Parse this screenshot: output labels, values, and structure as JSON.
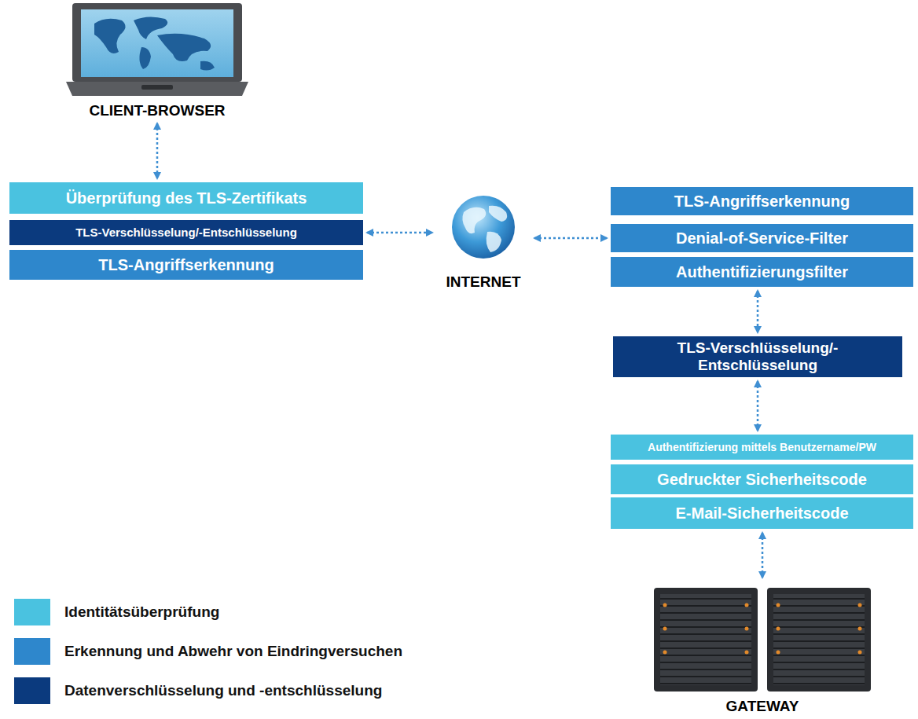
{
  "diagram": {
    "nodes": [
      {
        "text": [
          "CLIENT-BROWSER"
        ]
      },
      {
        "text": [
          "Überprüfung des TLS-Zertifikats"
        ]
      },
      {
        "text": [
          "TLS-Verschlüsselung/-Entschlüsselung"
        ]
      },
      {
        "text": [
          "TLS-Angriffserkennung"
        ]
      },
      {
        "text": [
          "INTERNET"
        ]
      },
      {
        "text": [
          "TLS-Angriffserkennung"
        ]
      },
      {
        "text": [
          "Denial-of-Service-Filter"
        ]
      },
      {
        "text": [
          "Authentifizierungsfilter"
        ]
      },
      {
        "text": [
          "TLS-Verschlüsselung/-Entschlüsselung"
        ]
      },
      {
        "text": [
          "Authentifizierung mittels Benutzername/PW"
        ]
      },
      {
        "text": [
          "Gedruckter Sicherheitscode"
        ]
      },
      {
        "text": [
          "E-Mail-Sicherheitscode"
        ]
      },
      {
        "text": [
          "GATEWAY"
        ]
      }
    ],
    "edges": [
      {
        "from": 0,
        "to": 1,
        "arrow": "both"
      },
      {
        "from": 2,
        "to": 4,
        "arrow": "both"
      },
      {
        "from": 4,
        "to": 6,
        "arrow": "both"
      },
      {
        "from": 7,
        "to": 8,
        "arrow": "both"
      },
      {
        "from": 8,
        "to": 9,
        "arrow": "both"
      },
      {
        "from": 11,
        "to": 12,
        "arrow": "both"
      }
    ],
    "legend": [
      {
        "text": "Identitätsüberprüfung",
        "color": "#4ac2e0"
      },
      {
        "text": "Erkennung und Abwehr von Eindringversuchen",
        "color": "#2e87cc"
      },
      {
        "text": "Datenverschlüsselung und -entschlüsselung",
        "color": "#0b3a7e"
      }
    ]
  }
}
